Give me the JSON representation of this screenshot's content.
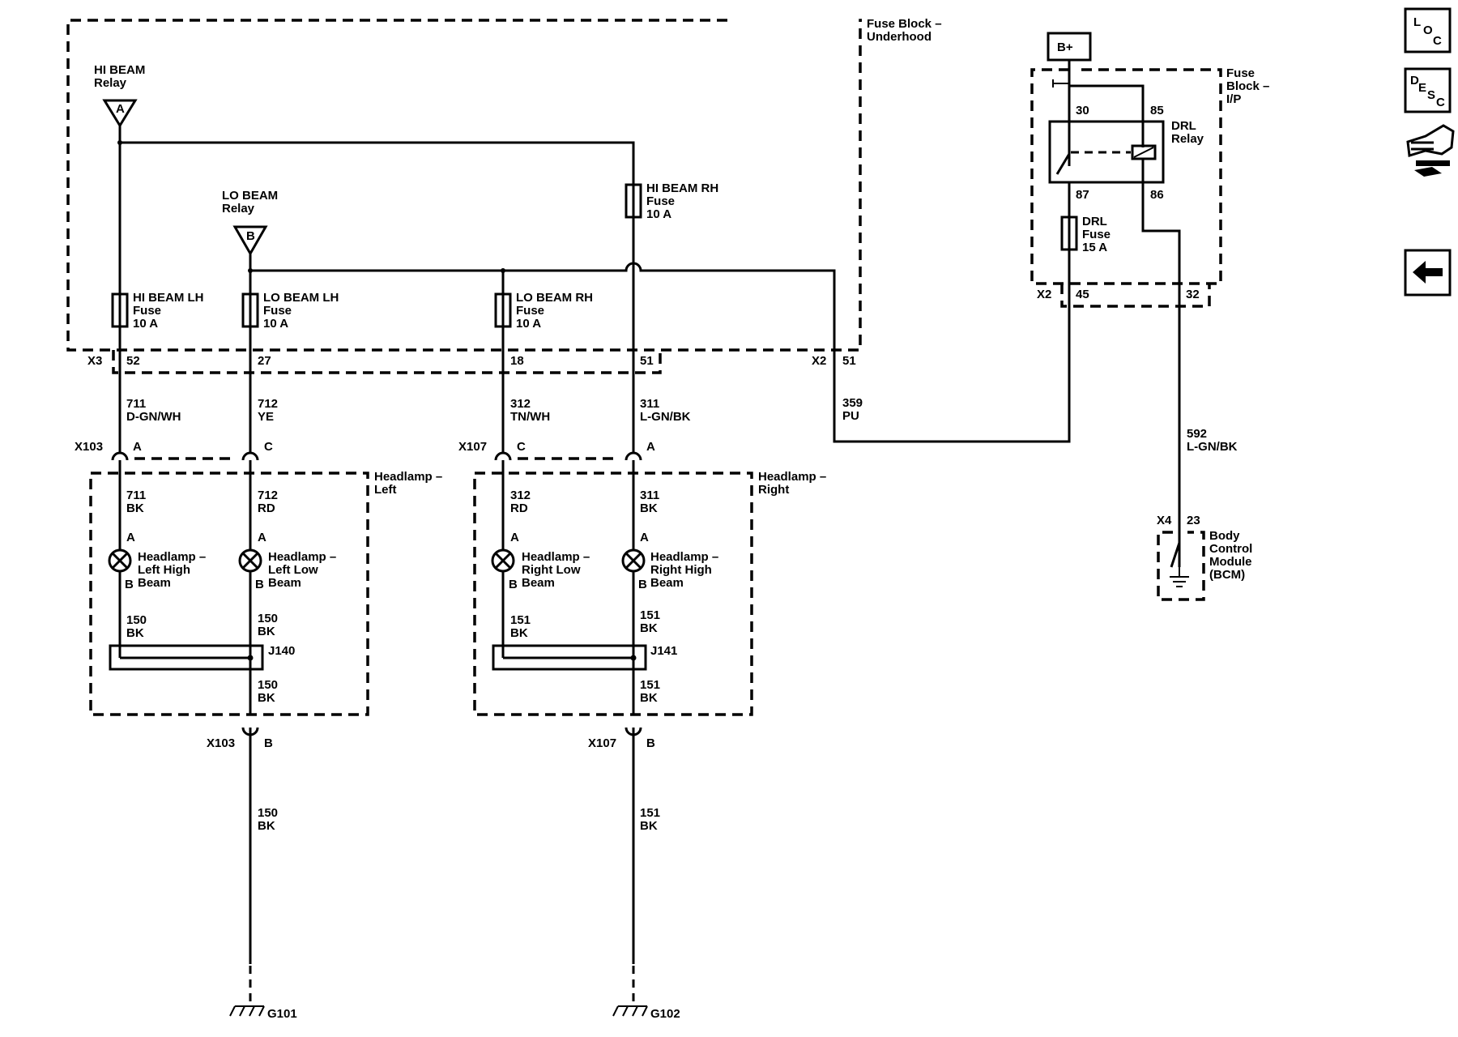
{
  "fuse_block_underhood": {
    "title": "Fuse Block –\nUnderhood"
  },
  "fuse_block_ip": {
    "title": "Fuse\nBlock –\nI/P"
  },
  "battery": {
    "label": "B+"
  },
  "hi_beam_relay": {
    "label": "HI BEAM\nRelay",
    "pin": "A"
  },
  "lo_beam_relay": {
    "label": "LO BEAM\nRelay",
    "pin": "B"
  },
  "fuses": {
    "hi_beam_lh": "HI BEAM LH\nFuse\n10 A",
    "lo_beam_lh": "LO BEAM LH\nFuse\n10 A",
    "lo_beam_rh": "LO BEAM RH\nFuse\n10 A",
    "hi_beam_rh": "HI BEAM RH\nFuse\n10 A",
    "drl": "DRL\nFuse\n15 A"
  },
  "drl_relay": {
    "label": "DRL\nRelay",
    "pin30": "30",
    "pin85": "85",
    "pin87": "87",
    "pin86": "86"
  },
  "connectors": {
    "x3": "X3",
    "x3_52": "52",
    "x3_27": "27",
    "x3_18": "18",
    "x3_51": "51",
    "x2_ub": "X2",
    "x2_ub_51": "51",
    "x2_ip": "X2",
    "x2_ip_45": "45",
    "x2_ip_32": "32",
    "x103_top": "X103",
    "x103_a": "A",
    "x103_c": "C",
    "x107_top": "X107",
    "x107_c": "C",
    "x107_a": "A",
    "x103_bot": "X103",
    "x103_b": "B",
    "x107_bot": "X107",
    "x107_b": "B",
    "x4": "X4",
    "x4_23": "23"
  },
  "wires": {
    "w711": "711\nD-GN/WH",
    "w712": "712\nYE",
    "w312": "312\nTN/WH",
    "w311": "311\nL-GN/BK",
    "w359": "359\nPU",
    "w592": "592\nL-GN/BK",
    "w711bk": "711\nBK",
    "w712rd": "712\nRD",
    "w312rd": "312\nRD",
    "w311bk": "311\nBK",
    "w150a": "150\nBK",
    "w150b": "150\nBK",
    "w150c": "150\nBK",
    "w150d": "150\nBK",
    "w151a": "151\nBK",
    "w151b": "151\nBK",
    "w151c": "151\nBK",
    "w151d": "151\nBK"
  },
  "headlamp_left": {
    "title": "Headlamp –\nLeft"
  },
  "headlamp_right": {
    "title": "Headlamp –\nRight"
  },
  "lamps": {
    "left_high": "Headlamp –\nLeft High\nBeam",
    "left_low": "Headlamp –\nLeft Low\nBeam",
    "right_low": "Headlamp –\nRight Low\nBeam",
    "right_high": "Headlamp –\nRight High\nBeam",
    "pin_a": "A",
    "pin_b": "B"
  },
  "splices": {
    "j140": "J140",
    "j141": "J141"
  },
  "grounds": {
    "g101": "G101",
    "g102": "G102"
  },
  "bcm": {
    "label": "Body\nControl\nModule\n(BCM)"
  },
  "nav": {
    "loc_l": "L",
    "loc_o": "O",
    "loc_c": "C",
    "desc_d": "D",
    "desc_e": "E",
    "desc_s": "S",
    "desc_c": "C",
    "connector_icon": "connector-icon",
    "back_icon": "back-arrow-icon"
  }
}
